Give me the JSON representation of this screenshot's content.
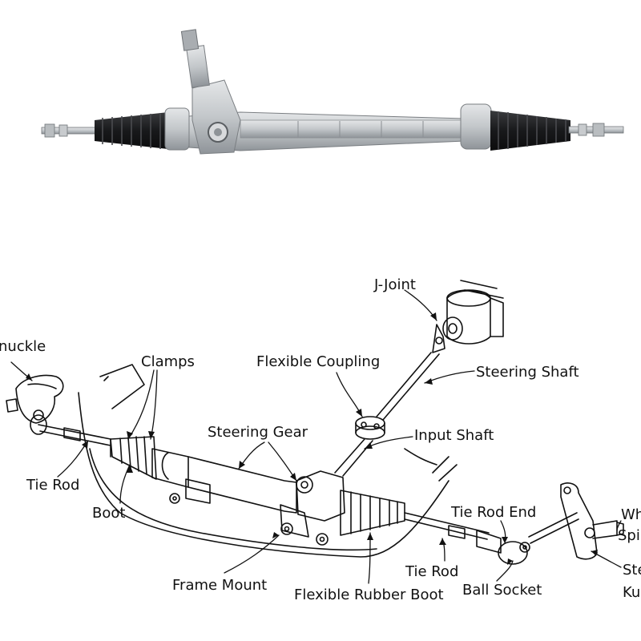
{
  "image_kind": "steering rack photo above labeled steering system line drawing",
  "colors": {
    "ink": "#111111",
    "rack_metal": "#bfc3c6",
    "rack_shadow": "#8e9397",
    "boot_rubber": "#1b1b1d",
    "background": "#ffffff"
  },
  "labels": {
    "knuckle": "nuckle",
    "clamps": "Clamps",
    "j_joint": "J-Joint",
    "flexible_coupling": "Flexible Coupling",
    "steering_shaft": "Steering Shaft",
    "steering_gear": "Steering Gear",
    "input_shaft": "Input Shaft",
    "tie_rod_left": "Tie Rod",
    "boot": "Boot",
    "tie_rod_end": "Tie Rod End",
    "wheel_spindle_line1": "Wh",
    "wheel_spindle_line2": "Spi",
    "frame_mount": "Frame Mount",
    "tie_rod_right": "Tie Rod",
    "flexible_rubber_boot": "Flexible Rubber Boot",
    "ball_socket": "Ball Socket",
    "steering_knuckle_line1": "Ste",
    "steering_knuckle_line2": "Ku"
  }
}
